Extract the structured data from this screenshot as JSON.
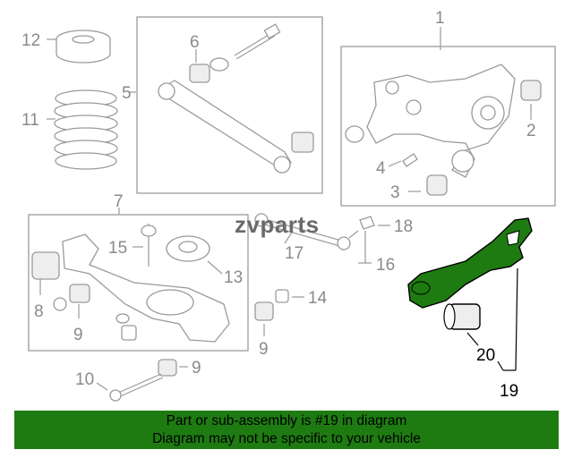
{
  "callouts": [
    "1",
    "2",
    "3",
    "4",
    "5",
    "6",
    "7",
    "8",
    "9",
    "9",
    "9",
    "10",
    "11",
    "12",
    "13",
    "14",
    "15",
    "16",
    "17",
    "18",
    "19",
    "20"
  ],
  "watermark": "zvparts",
  "footer": {
    "line1": "Part or sub-assembly is #19 in diagram",
    "line2": "Diagram may not be specific to your vehicle"
  },
  "colors": {
    "highlight": "#1e7b12",
    "footer_bg": "#1e7b12",
    "line": "#9a9a9a"
  }
}
